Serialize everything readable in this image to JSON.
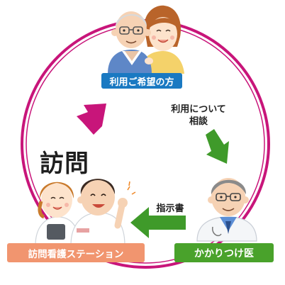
{
  "nodes": {
    "user": "利用ご希望の方",
    "doctor": "かかりつけ医",
    "nursing_station": "訪問看護ステーション"
  },
  "flows": {
    "consult_line1": "利用について",
    "consult_line2": "相談",
    "instruction": "指示書",
    "visit": "訪問"
  },
  "colors": {
    "cycle_ring": "#c8157a",
    "user_box": "#1a79c2",
    "doctor_box": "#49a22b",
    "nurse_box": "#f1956f",
    "arrow_green": "#3f9a2a",
    "arrow_magenta": "#c8157a"
  }
}
